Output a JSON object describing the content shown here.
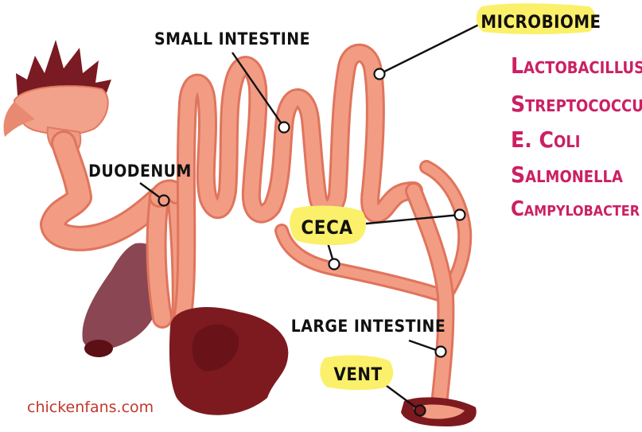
{
  "labels": {
    "small_intestine": "SMALL INTESTINE",
    "duodenum": "DUODENUM",
    "microbiome": "MICROBIOME",
    "ceca": "CECA",
    "large_intestine": "LARGE INTESTINE",
    "vent": "VENT"
  },
  "microbiome_list": [
    "Lactobacillus",
    "Streptococcus",
    "E. Coli",
    "Salmonella",
    "Campylobacter"
  ],
  "watermark": "chickenfans.com",
  "colors": {
    "intestine_fill": "#f29c84",
    "intestine_outline": "#e0745c",
    "organ_dark": "#7d1a1f",
    "organ_shadow": "#5c0f15",
    "organ_purple": "#8a4652",
    "comb_red": "#7a1a22",
    "highlight_yellow": "#fbf06a",
    "list_magenta": "#cc1f63",
    "watermark_color": "#c0392b"
  }
}
